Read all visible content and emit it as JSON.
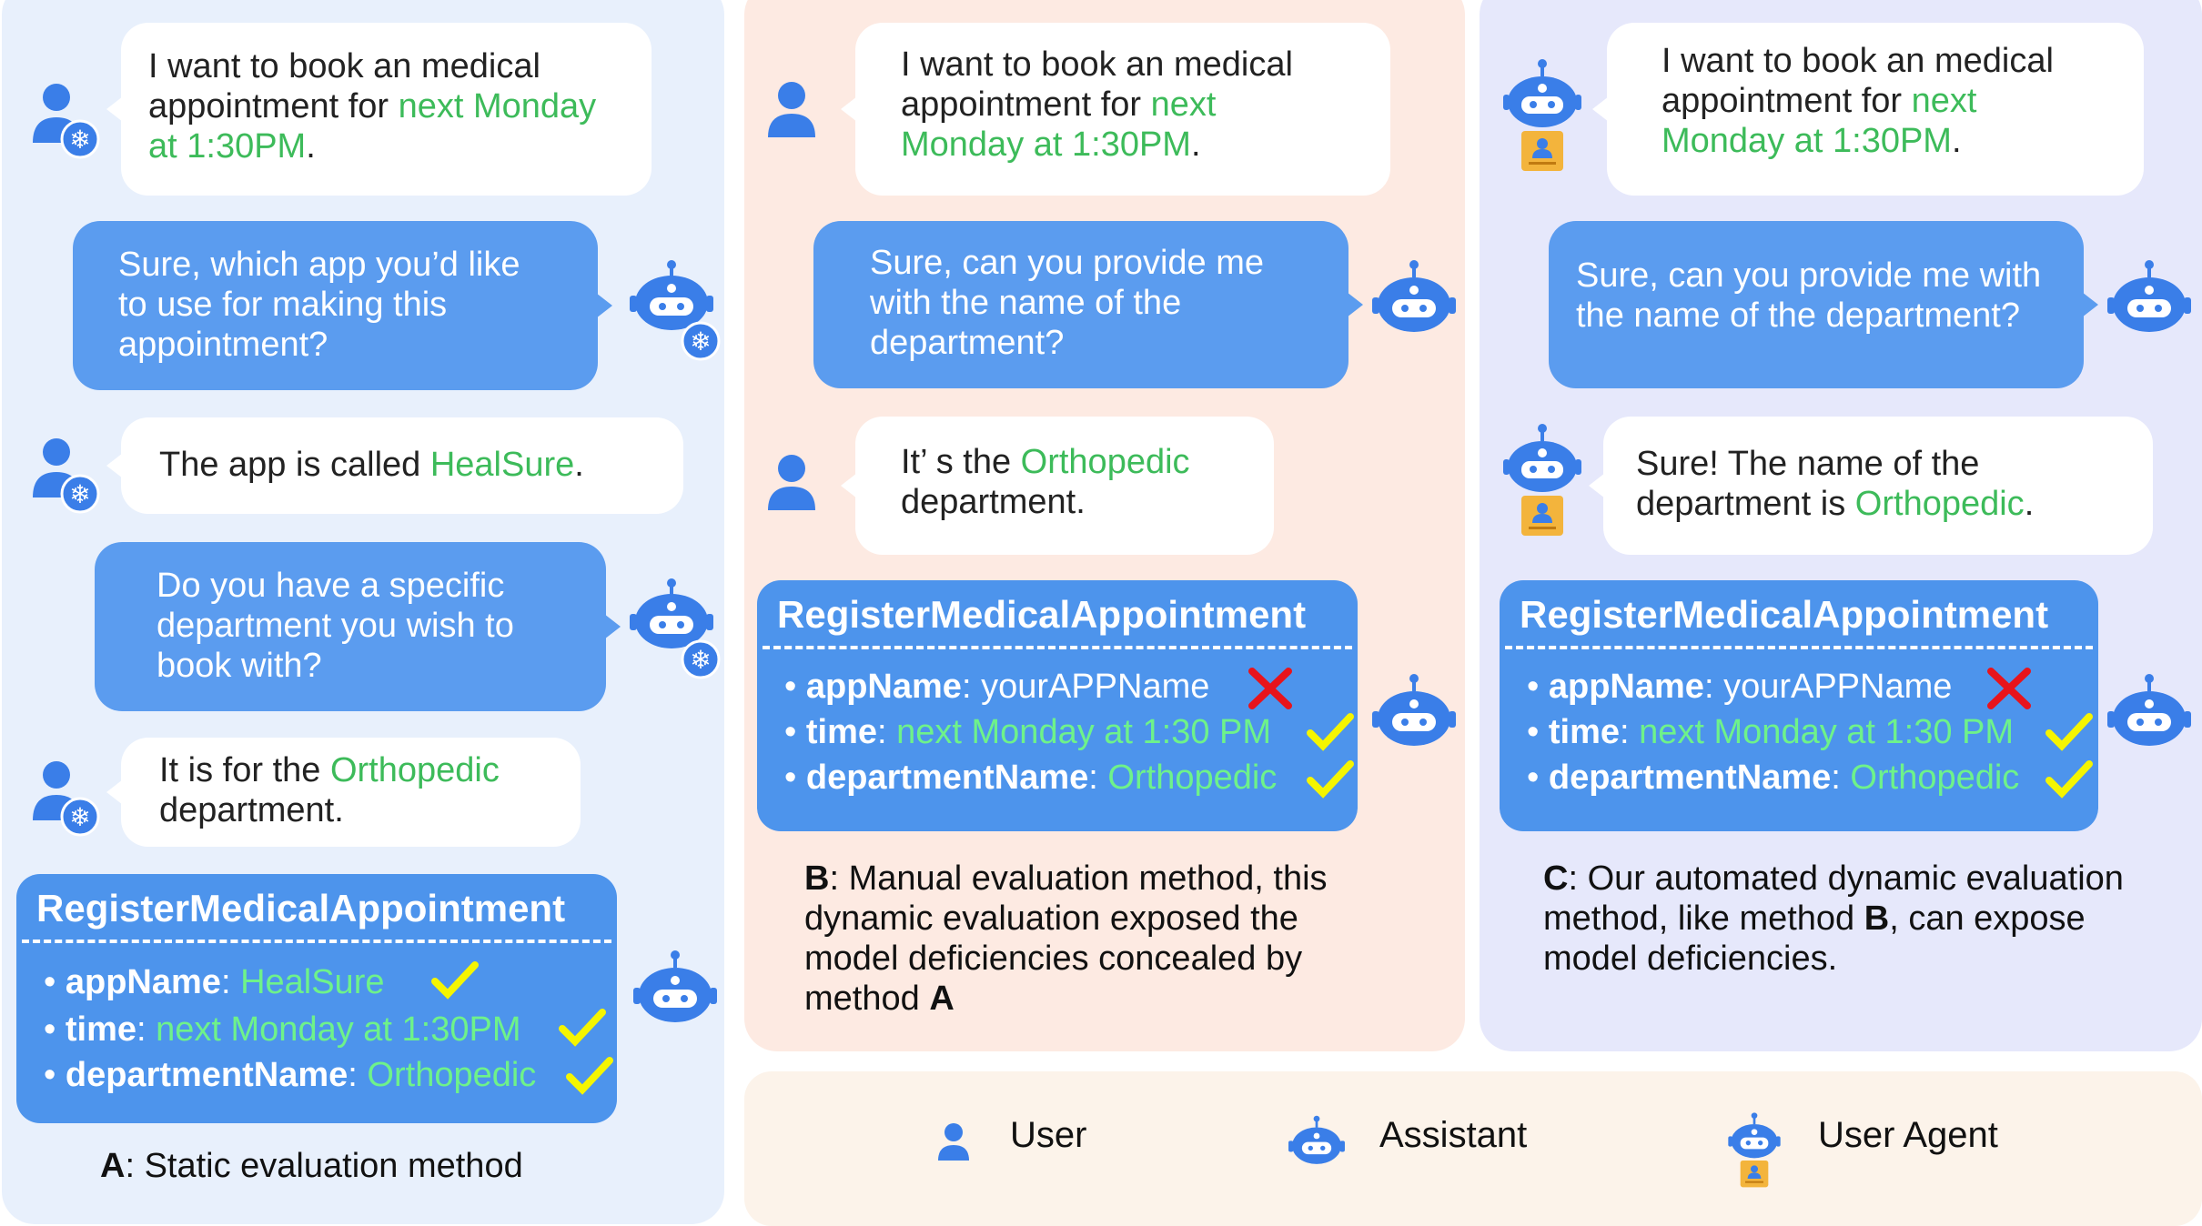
{
  "panels": {
    "A": {
      "messages": [
        {
          "role": "user",
          "pre": "I want to book an medical appointment for ",
          "hl": "next Monday at 1:30PM",
          "post": "."
        },
        {
          "role": "assistant",
          "text": "Sure, which app you’d like to use for making this appointment?"
        },
        {
          "role": "user",
          "pre": "The app is called ",
          "hl": "HealSure",
          "post": "."
        },
        {
          "role": "assistant",
          "text": "Do you have a specific department you wish to book with?"
        },
        {
          "role": "user",
          "pre": "It is for the ",
          "hl": "Orthopedic",
          "post": " department."
        }
      ],
      "function_call": {
        "name": "RegisterMedicalAppointment",
        "params": [
          {
            "key": "appName",
            "value": "HealSure",
            "status": "correct"
          },
          {
            "key": "time",
            "value": "next Monday at 1:30PM",
            "status": "correct"
          },
          {
            "key": "departmentName",
            "value": "Orthopedic",
            "status": "correct"
          }
        ]
      },
      "caption_label": "A",
      "caption_text": ": Static evaluation method"
    },
    "B": {
      "messages": [
        {
          "role": "user",
          "pre": "I want to book an medical appointment for ",
          "hl": "next Monday at 1:30PM",
          "post": "."
        },
        {
          "role": "assistant",
          "text": "Sure, can you provide me with the  name of the department?"
        },
        {
          "role": "user",
          "pre": "It’ s the ",
          "hl": "Orthopedic",
          "post": " department."
        }
      ],
      "function_call": {
        "name": "RegisterMedicalAppointment",
        "params": [
          {
            "key": "appName",
            "value": "yourAPPName",
            "status": "wrong"
          },
          {
            "key": "time",
            "value": "next Monday at 1:30 PM",
            "status": "correct"
          },
          {
            "key": "departmentName",
            "value": "Orthopedic",
            "status": "correct"
          }
        ]
      },
      "caption_label": "B",
      "caption_text": ": Manual evaluation method, this dynamic evaluation exposed the model deficiencies concealed by method ",
      "caption_tail": "A"
    },
    "C": {
      "messages": [
        {
          "role": "user",
          "pre": "I want to book an medical appointment for ",
          "hl": "next Monday at 1:30PM",
          "post": "."
        },
        {
          "role": "assistant",
          "text": "Sure, can you provide me with the name of the department?"
        },
        {
          "role": "user",
          "pre": "Sure! The name of the department is ",
          "hl": "Orthopedic",
          "post": "."
        }
      ],
      "function_call": {
        "name": "RegisterMedicalAppointment",
        "params": [
          {
            "key": "appName",
            "value": "yourAPPName",
            "status": "wrong"
          },
          {
            "key": "time",
            "value": "next Monday at 1:30 PM",
            "status": "correct"
          },
          {
            "key": "departmentName",
            "value": "Orthopedic",
            "status": "correct"
          }
        ]
      },
      "caption_label": "C",
      "caption_text": ": Our automated dynamic evaluation method, like method ",
      "caption_tail": "B",
      "caption_end": ", can expose model deficiencies."
    }
  },
  "legend": {
    "user": "User",
    "assistant": "Assistant",
    "user_agent": "User Agent"
  },
  "colors": {
    "assistant_bubble": "#5b9cef",
    "function_card": "#4d94ec",
    "highlight": "#3dbb5a",
    "correct_mark": "#f5f500",
    "wrong_mark": "#e8141c"
  }
}
